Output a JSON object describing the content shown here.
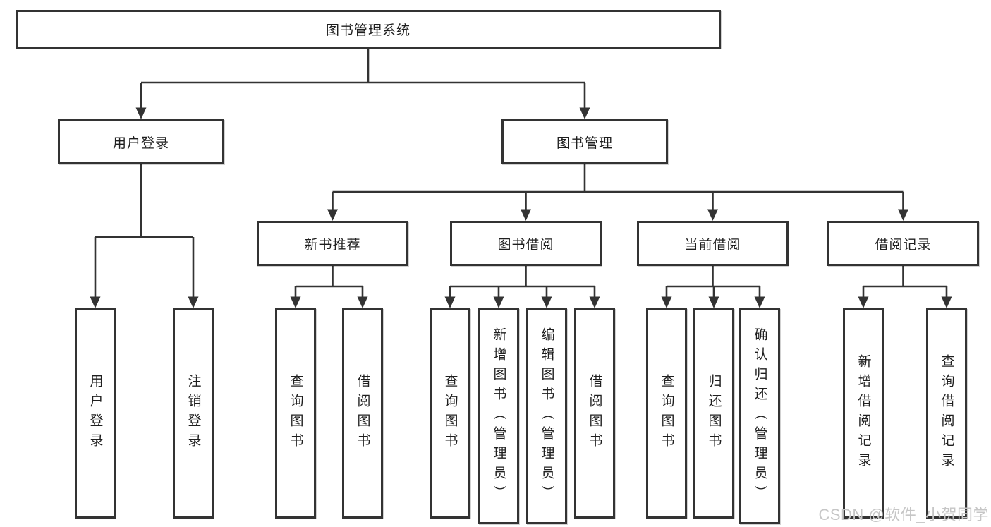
{
  "diagram": {
    "root_label": "图书管理系统",
    "level2": {
      "user_login": "用户登录",
      "book_management": "图书管理"
    },
    "level3": {
      "new_book_recommend": "新书推荐",
      "book_borrow": "图书借阅",
      "current_borrow": "当前借阅",
      "borrow_records": "借阅记录"
    },
    "leaves": {
      "user_login": [
        "用户登录",
        "注销登录"
      ],
      "new_book_recommend": [
        "查询图书",
        "借阅图书"
      ],
      "book_borrow": [
        "查询图书",
        "新增图书（管理员）",
        "编辑图书（管理员）",
        "借阅图书"
      ],
      "current_borrow": [
        "查询图书",
        "归还图书",
        "确认归还（管理员）"
      ],
      "borrow_records": [
        "新增借阅记录",
        "查询借阅记录"
      ]
    }
  },
  "watermark": {
    "text": "CSDN @软件_小贺同学"
  },
  "colors": {
    "line": "#333333",
    "box_border": "#333333",
    "text": "#1f1f1f",
    "background": "#ffffff",
    "watermark": "#c6c6c6"
  }
}
